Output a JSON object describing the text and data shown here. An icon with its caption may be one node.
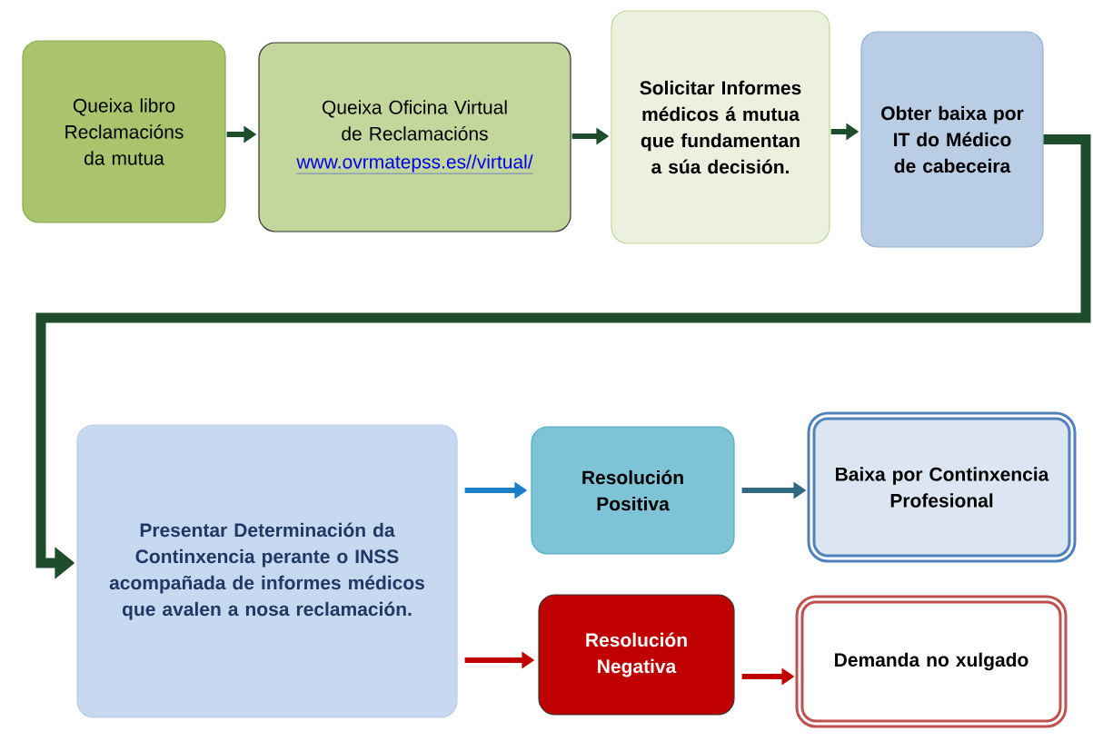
{
  "diagram": {
    "nodes": [
      {
        "text": [
          "Queixa libro Reclamacións da mutua"
        ]
      },
      {
        "text": [
          "Queixa Oficina Virtual de Reclamacións",
          "www.ovrmatepss.es//virtual/"
        ]
      },
      {
        "text": [
          "Solicitar Informes médicos á mutua que fundamentan a súa decisión."
        ]
      },
      {
        "text": [
          "Obter baixa por IT do Médico de cabeceira"
        ]
      },
      {
        "text": [
          "Presentar Determinación da Continxencia perante o INSS acompañada de informes médicos que avalen a nosa reclamación."
        ]
      },
      {
        "text": [
          "Resolución Positiva"
        ]
      },
      {
        "text": [
          "Baixa por Continxencia Profesional"
        ]
      },
      {
        "text": [
          "Resolución Negativa"
        ]
      },
      {
        "text": [
          "Demanda no xulgado"
        ]
      }
    ],
    "edges": [
      {
        "from": 0,
        "to": 1,
        "arrow": "to"
      },
      {
        "from": 1,
        "to": 2,
        "arrow": "to"
      },
      {
        "from": 2,
        "to": 3,
        "arrow": "to"
      },
      {
        "from": 3,
        "to": 4,
        "arrow": "to",
        "style": "thick"
      },
      {
        "from": 4,
        "to": 5,
        "arrow": "to",
        "color": "#1a7fc8"
      },
      {
        "from": 5,
        "to": 6,
        "arrow": "to",
        "color": "#2e6b80"
      },
      {
        "from": 4,
        "to": 7,
        "arrow": "to",
        "color": "#c00000"
      },
      {
        "from": 7,
        "to": 8,
        "arrow": "to",
        "color": "#c00000"
      }
    ]
  }
}
